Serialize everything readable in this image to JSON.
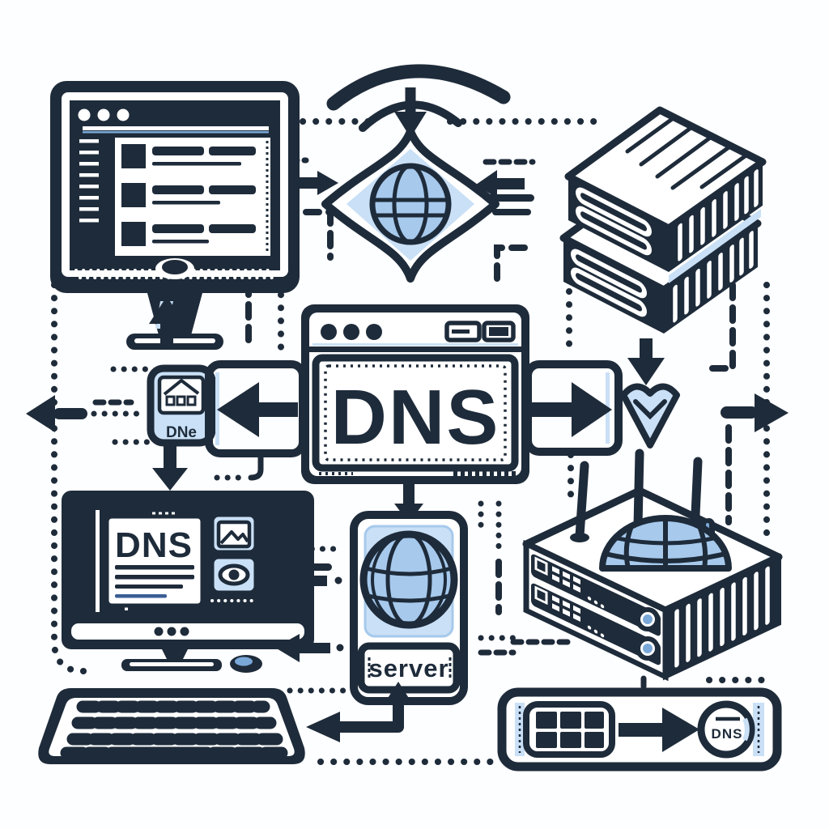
{
  "palette": {
    "ink": "#1e2b3a",
    "blue": "#a6c9ec",
    "blue_light": "#c9e0f6",
    "blue_pale": "#e8f2fc",
    "accent_line": "#7aa8d8",
    "navy_line": "#3a5f94"
  },
  "labels": {
    "dns_window": "DNS",
    "dns_monitor": "DNS",
    "dns_icon_small": "DNe",
    "server_card": "server",
    "dns_badge_circle": "DNS"
  },
  "nodes": [
    {
      "id": "desktop-monitor",
      "desc": "desktop computer showing a list page"
    },
    {
      "id": "globe-badge",
      "desc": "globe inside ornamental diamond badge"
    },
    {
      "id": "server-stack",
      "desc": "two stacked server units"
    },
    {
      "id": "dns-browser-window",
      "desc": "browser window labeled DNS"
    },
    {
      "id": "dns-app-icon",
      "desc": "small app icon labeled DNe"
    },
    {
      "id": "dns-results-monitor",
      "desc": "monitor showing DNS page with image and eye tiles"
    },
    {
      "id": "server-globe-card",
      "desc": "card with globe labeled server"
    },
    {
      "id": "wireless-router",
      "desc": "router with antennas and globe dome"
    },
    {
      "id": "keyboard",
      "desc": "computer keyboard"
    },
    {
      "id": "grid-arrow-dns-banner",
      "desc": "banner with grid icon, arrow and DNS circle"
    }
  ]
}
